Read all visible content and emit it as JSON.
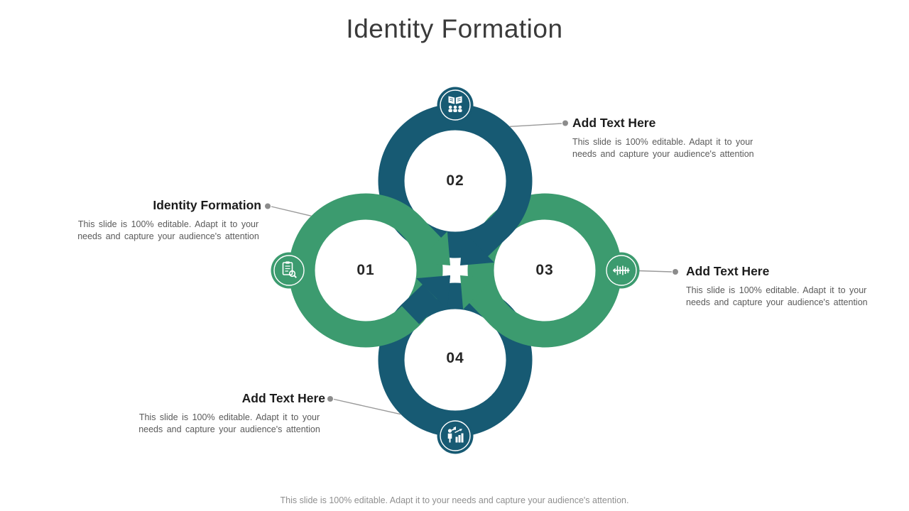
{
  "slide": {
    "title": "Identity Formation",
    "footer": "This slide is 100% editable. Adapt it to your needs and capture your audience's attention."
  },
  "diagram": {
    "type": "4-petal-loop-cycle",
    "steps": [
      {
        "number": "01",
        "position": "left",
        "color": "#3C9B6F",
        "icon": "document-search-icon"
      },
      {
        "number": "02",
        "position": "top",
        "color": "#175A73",
        "icon": "library-icon"
      },
      {
        "number": "03",
        "position": "right",
        "color": "#3C9B6F",
        "icon": "equalizer-icon"
      },
      {
        "number": "04",
        "position": "bottom",
        "color": "#175A73",
        "icon": "presentation-growth-icon"
      }
    ]
  },
  "callouts": {
    "left": {
      "label": "Identity Formation",
      "description": "This slide is 100% editable. Adapt it to your\nneeds and capture your audience's attention"
    },
    "top_right": {
      "label": "Add Text Here",
      "description": "This slide is 100% editable. Adapt it to your\nneeds and capture your audience's attention"
    },
    "right": {
      "label": "Add Text Here",
      "description": "This slide is 100% editable. Adapt it to your\nneeds and capture your audience's attention"
    },
    "bottom_left": {
      "label": "Add Text Here",
      "description": "This slide is 100% editable. Adapt it to your\nneeds and capture your audience's attention"
    }
  },
  "colors": {
    "petal_green": "#3C9B6F",
    "petal_dark": "#175A73",
    "title_text": "#3a3a3a",
    "label_text": "#1c1c1c",
    "desc_text": "#5a5a5a",
    "footer_text": "#8f8f8f",
    "connector_gray": "#8c8c8c"
  }
}
